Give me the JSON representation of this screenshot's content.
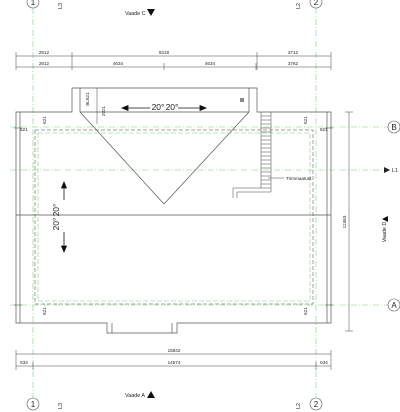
{
  "grid": {
    "axis_1": "1",
    "axis_2": "2",
    "axis_a": "A",
    "axis_b": "B",
    "axis_l3": "L3",
    "axis_l1": "L1",
    "axis_l2": "L2"
  },
  "views": {
    "top": "Vaade C",
    "bottom": "Vaade A",
    "right": "Vaade D"
  },
  "dims_top": {
    "row1": [
      "2812",
      "9318",
      "3712"
    ],
    "row2": [
      "2812",
      "4634",
      "4634",
      "3762"
    ]
  },
  "dims_bottom": {
    "total": "15842",
    "row2": [
      "634",
      "14574",
      "634"
    ]
  },
  "dims_right": {
    "total": "12463"
  },
  "dims_misc": {
    "dormer_height": "2021",
    "dormer_label": "BL621",
    "left_621": "621",
    "right_621": "621",
    "left_621_lower": "621",
    "right_621_lower": "621",
    "corner_tl": "621",
    "corner_tr": "621",
    "corner_bl": "621",
    "corner_br": "621"
  },
  "angles": {
    "dormer_left": "20°",
    "dormer_right": "20°",
    "roof_upper": "20°",
    "roof_lower": "20°"
  },
  "annotations": {
    "chimney_note": "Trimmaatust"
  }
}
